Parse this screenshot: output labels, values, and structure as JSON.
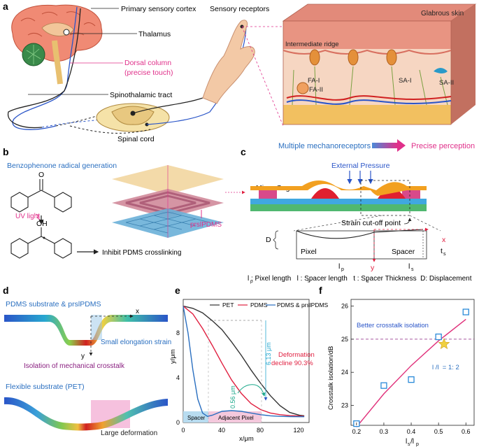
{
  "panels": {
    "a": "a",
    "b": "b",
    "c": "c",
    "d": "d",
    "e": "e",
    "f": "f"
  },
  "panel_a": {
    "primary_sensory_cortex": "Primary sensory cortex",
    "thalamus": "Thalamus",
    "dorsal_column": "Dorsal column",
    "dorsal_column_sub": "(precise touch)",
    "spinothalamic_tract": "Spinothalamic tract",
    "spinal_cord": "Spinal cord",
    "sensory_receptors": "Sensory receptors",
    "glabrous_skin": "Glabrous skin",
    "intermediate_ridge": "Intermediate ridge",
    "fa1": "FA-I",
    "fa2": "FA-II",
    "sa1": "SA-I",
    "sa2": "SA-II",
    "multiple_mechanoreceptors": "Multiple mechanoreceptors",
    "precise_perception": "Precise perception",
    "colors": {
      "blue_text": "#2a6fc0",
      "magenta_text": "#e0308a"
    }
  },
  "panel_b": {
    "title": "Benzophenone radical generation",
    "uv_light": "UV light",
    "oh": "OH",
    "o": "O",
    "prslpdms": "prslPDMS",
    "inhibit": "Inhibit PDMS crosslinking"
  },
  "panel_c": {
    "external_pressure": "External Pressure",
    "micro_cage": "Micro-Cage",
    "strain_cutoff": "Strain cut-off point",
    "x": "x",
    "y": "y",
    "d": "D",
    "pixel": "Pixel",
    "spacer": "Spacer",
    "lp": "l",
    "lp_sub": "p",
    "ls": "l",
    "ls_sub": "s",
    "ts": "t",
    "ts_sub": "s",
    "legend": "l : Pixel length   l : Spacer length   t : Spacer Thickness  D: Displacement",
    "legend_parts": [
      "p",
      "s",
      "s"
    ]
  },
  "panel_d": {
    "top_label": "PDMS substrate & prslPDMS",
    "x": "x",
    "y": "y",
    "small_strain": "Small elongation strain",
    "isolation": "Isolation of mechanical crosstalk",
    "flexible": "Flexible substrate (PET)",
    "large_deformation": "Large deformation"
  },
  "panel_e": {
    "ylabel": "y/μm",
    "xlabel": "x/μm",
    "xticks": [
      "0",
      "40",
      "80",
      "120"
    ],
    "yticks": [
      "0",
      "4",
      "8"
    ],
    "legend": [
      "PET",
      "PDMS",
      "PDMS & prslPDMS"
    ],
    "spacer": "Spacer",
    "adjacent_pixel": "Adjacent Pixel",
    "dim1": "6.13 μm",
    "dim2": "0.56 μm",
    "deformation": "Deformation",
    "decline": "decline 90.3%"
  },
  "panel_f": {
    "ylabel": "Crosstalk isolation/dB",
    "xlabel_main": "l",
    "xlabel_sub1": "s",
    "xlabel_slash": "/l",
    "xlabel_sub2": "p",
    "xticks": [
      "0.2",
      "0.3",
      "0.4",
      "0.5",
      "0.6"
    ],
    "yticks": [
      "23",
      "24",
      "25",
      "26"
    ],
    "better": "Better crosstalk isolation",
    "ratio": "l /l  = 1: 2"
  },
  "chart_data": [
    {
      "type": "line",
      "xlabel": "x/μm",
      "ylabel": "y/μm",
      "xlim": [
        0,
        130
      ],
      "ylim": [
        -0.5,
        10.5
      ],
      "series": [
        {
          "name": "PET",
          "x": [
            0,
            10,
            20,
            30,
            40,
            50,
            60,
            70,
            80,
            90,
            100,
            110,
            120,
            125
          ],
          "y": [
            9.9,
            9.7,
            9.3,
            8.6,
            7.8,
            6.7,
            5.5,
            4.2,
            3.0,
            1.9,
            1.0,
            0.4,
            0.15,
            0.1
          ],
          "color": "#333333"
        },
        {
          "name": "PDMS",
          "x": [
            0,
            10,
            20,
            30,
            40,
            50,
            60,
            70,
            80,
            90,
            100,
            110,
            120,
            125
          ],
          "y": [
            9.9,
            9.2,
            7.9,
            6.4,
            4.8,
            3.3,
            2.1,
            1.2,
            0.65,
            0.35,
            0.2,
            0.12,
            0.08,
            0.05
          ],
          "color": "#e02040"
        },
        {
          "name": "PDMS & prslPDMS",
          "x": [
            0,
            5,
            10,
            15,
            20,
            25,
            30,
            40,
            50,
            60,
            70,
            80,
            90,
            100,
            110,
            120,
            125
          ],
          "y": [
            9.9,
            7.5,
            4.2,
            1.6,
            0.35,
            0.05,
            0.15,
            0.5,
            0.56,
            0.5,
            0.35,
            0.2,
            0.1,
            0.05,
            0.03,
            0.02,
            0.02
          ],
          "color": "#2a6fc0"
        }
      ]
    },
    {
      "type": "scatter",
      "xlabel": "ls/lp",
      "ylabel": "Crosstalk isolation/dB",
      "xlim": [
        0.18,
        0.63
      ],
      "ylim": [
        22.4,
        26.2
      ],
      "series": [
        {
          "name": "",
          "x": [
            0.2,
            0.3,
            0.4,
            0.5,
            0.6
          ],
          "y": [
            22.45,
            23.6,
            23.78,
            25.07,
            25.82
          ]
        }
      ],
      "threshold": 25,
      "fit": {
        "x": [
          0.2,
          0.3,
          0.4,
          0.5,
          0.6
        ],
        "y": [
          22.35,
          23.35,
          24.2,
          24.95,
          25.6
        ]
      },
      "star": {
        "x": 0.52,
        "y": 24.85
      }
    }
  ]
}
